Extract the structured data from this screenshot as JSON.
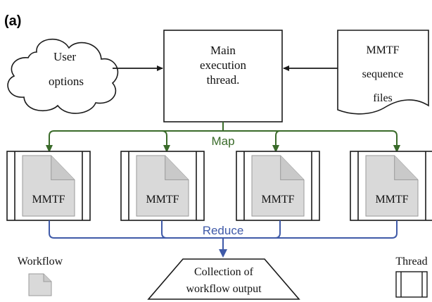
{
  "panel_label": "(a)",
  "user_options": {
    "line1": "User",
    "line2": "options"
  },
  "main_thread": {
    "line1": "Main",
    "line2": "execution",
    "line3": "thread."
  },
  "mmtf_files": {
    "line1": "MMTF",
    "line2": "sequence",
    "line3": "files"
  },
  "map_label": "Map",
  "reduce_label": "Reduce",
  "threads": [
    {
      "label": "MMTF"
    },
    {
      "label": "MMTF"
    },
    {
      "label": "MMTF"
    },
    {
      "label": "MMTF"
    }
  ],
  "collection": {
    "line1": "Collection of",
    "line2": "workflow output"
  },
  "legend": {
    "workflow": "Workflow",
    "thread": "Thread"
  },
  "colors": {
    "map_arrow": "#3a6b2a",
    "reduce_arrow": "#3f5aa8",
    "ink": "#1a1a1a",
    "doc_fill": "#d9d9d9",
    "doc_fold": "#c9c9c9"
  }
}
